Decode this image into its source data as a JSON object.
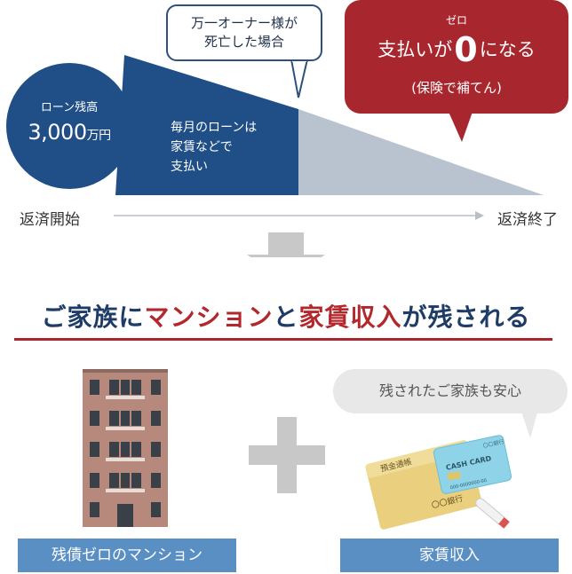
{
  "loan_diagram": {
    "balance_label": "ローン残高",
    "balance_amount": "3,000",
    "balance_unit": "万円",
    "monthly_payment_lines": [
      "毎月のローンは",
      "家賃などで",
      "支払い"
    ],
    "death_bubble_lines": [
      "万一オーナー様が",
      "死亡した場合"
    ],
    "zero_ruby": "ゼロ",
    "zero_pre": "支払いが",
    "zero_big": "0",
    "zero_post": "になる",
    "insurance_note": "(保険で補てん)",
    "timeline_start": "返済開始",
    "timeline_end": "返済終了"
  },
  "headline": {
    "part1": "ご家族に",
    "part2": "マンション",
    "part3": "と",
    "part4": "家賃収入",
    "part5": "が残される"
  },
  "bottom": {
    "speech": "残されたご家族も安心",
    "left_label": "残債ゼロのマンション",
    "right_label": "家賃収入",
    "passbook_title": "預金通帳",
    "passbook_bank": "〇〇銀行",
    "cash_card_label": "CASH CARD",
    "cash_card_number": "000-0000000-00",
    "cash_card_bank": "〇〇銀行"
  },
  "colors": {
    "navy": "#1f4f86",
    "gray_area": "#b9c3cf",
    "red": "#a8272f",
    "label_blue": "#5a8fc3",
    "building": "#b7897c"
  }
}
